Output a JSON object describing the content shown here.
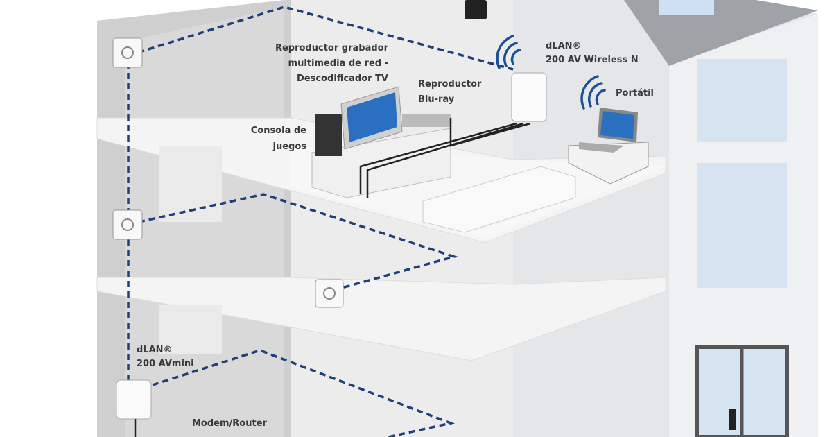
{
  "diagram": {
    "labels": {
      "media_player_line1": "Reproductor grabador",
      "media_player_line2": "multimedia de red -",
      "media_player_line3": "Descodificador TV",
      "bluray_line1": "Reproductor",
      "bluray_line2": "Blu-ray",
      "console_line1": "Consola de",
      "console_line2": "juegos",
      "wireless_line1": "dLAN®",
      "wireless_line2": "200 AV Wireless N",
      "laptop": "Portátil",
      "avmini_line1": "dLAN®",
      "avmini_line2": "200 AVmini",
      "modem": "Modem/Router"
    },
    "colors": {
      "powerline": "#1f3f78",
      "wifi": "#1d4f96",
      "screen": "#2b6fc0",
      "window": "#d6e4f2"
    }
  }
}
